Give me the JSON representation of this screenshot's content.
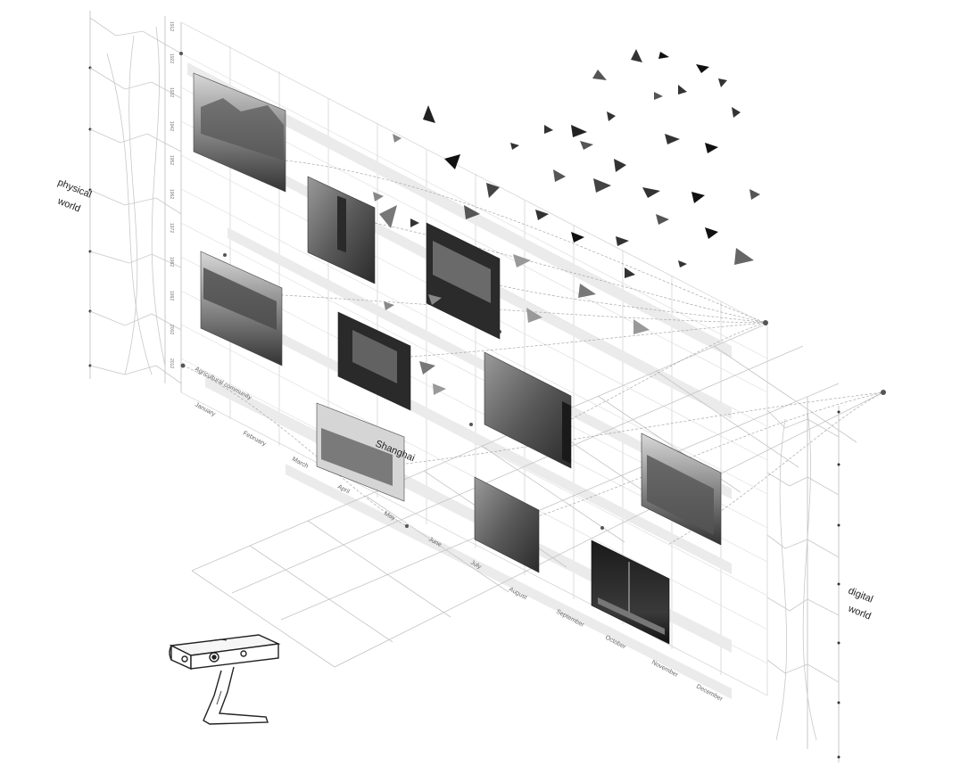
{
  "labels": {
    "physical_world_line1": "physical",
    "physical_world_line2": "world",
    "digital_world_line1": "digital",
    "digital_world_line2": "world",
    "row_label": "Agricultural community"
  },
  "photo_caption": "Shanghai",
  "months": [
    "January",
    "February",
    "March",
    "April",
    "May",
    "June",
    "July",
    "August",
    "September",
    "October",
    "November",
    "December"
  ],
  "years": [
    "1912",
    "1922",
    "1932",
    "1942",
    "1952",
    "1962",
    "1972",
    "1982",
    "1992",
    "2002",
    "2012"
  ],
  "photos": [
    {
      "name": "photo-street-1"
    },
    {
      "name": "photo-tower"
    },
    {
      "name": "photo-tram"
    },
    {
      "name": "photo-bund"
    },
    {
      "name": "photo-interior"
    },
    {
      "name": "photo-street-2"
    },
    {
      "name": "photo-shanghai-building"
    },
    {
      "name": "photo-city-aerial"
    },
    {
      "name": "photo-alley"
    },
    {
      "name": "photo-night-skyline"
    }
  ],
  "colors": {
    "line": "#bdbdbd",
    "band": "#ececec",
    "triangle": "#333333"
  }
}
